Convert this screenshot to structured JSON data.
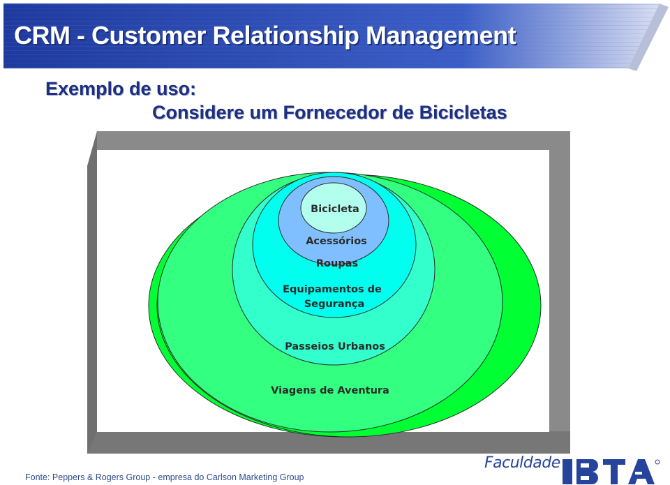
{
  "header": {
    "title": "CRM - Customer Relationship Management"
  },
  "intro": {
    "subtitle": "Exemplo de uso:",
    "lead": "Considere um Fornecedor de Bicicletas"
  },
  "diagram": {
    "rings": [
      {
        "label": "Bicicleta",
        "color": "#b3ffee"
      },
      {
        "label": "Acessórios",
        "color": "#7fbfff"
      },
      {
        "label": "Roupas",
        "color": "#00ffee"
      },
      {
        "label_lines": [
          "Equipamentos de",
          "Segurança"
        ],
        "color": "#33ffcc"
      },
      {
        "label": "Passeios Urbanos",
        "color": "#33ff80"
      },
      {
        "label": "Viagens de Aventura",
        "color": "#00ff33"
      }
    ]
  },
  "footer": {
    "source": "Fonte: Peppers & Rogers Group - empresa do Carlson Marketing Group",
    "logo_word": "Faculdade",
    "logo_mark": "IBTA"
  },
  "colors": {
    "banner_blue": "#2d44a6",
    "heading_navy": "#1c2f80",
    "frame_gray": "#8a8a8a"
  }
}
